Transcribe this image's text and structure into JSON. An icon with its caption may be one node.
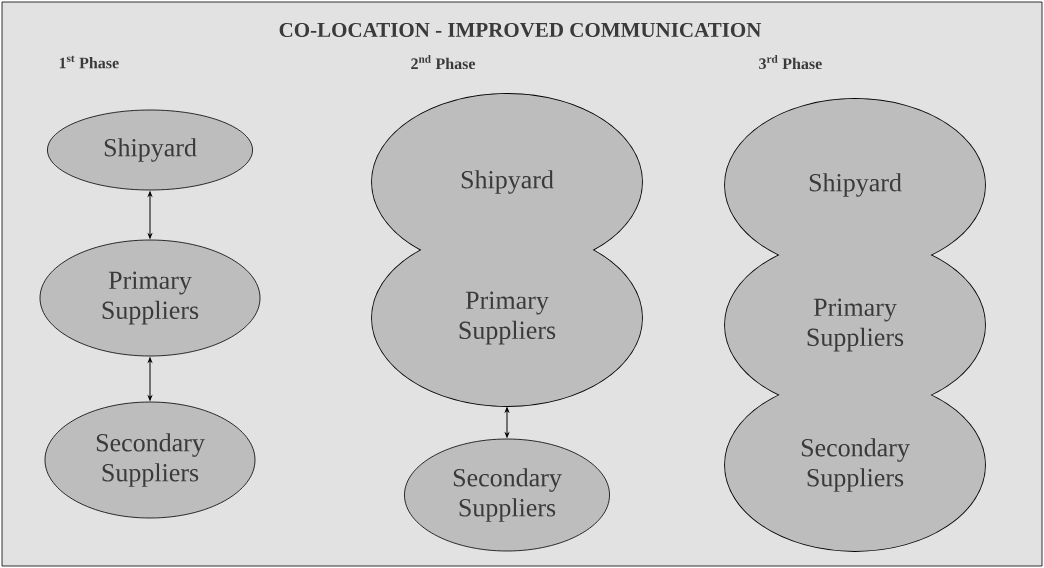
{
  "diagram": {
    "title": "CO-LOCATION - IMPROVED COMMUNICATION",
    "nodes": [
      {
        "text": [
          "Shipyard"
        ]
      },
      {
        "text": [
          "Primary Suppliers"
        ]
      },
      {
        "text": [
          "Secondary Suppliers"
        ]
      },
      {
        "text": [
          "Shipyard"
        ]
      },
      {
        "text": [
          "Primary Suppliers"
        ]
      },
      {
        "text": [
          "Secondary Suppliers"
        ]
      },
      {
        "text": [
          "Shipyard"
        ]
      },
      {
        "text": [
          "Primary Suppliers"
        ]
      },
      {
        "text": [
          "Secondary Suppliers"
        ]
      }
    ],
    "edges": [
      {
        "from": 0,
        "to": 1,
        "arrow": "both"
      },
      {
        "from": 1,
        "to": 2,
        "arrow": "both"
      },
      {
        "from": 4,
        "to": 5,
        "arrow": "both"
      }
    ],
    "labels": [
      "1$^{st}$ Phase",
      "2$^{nd}$ Phase",
      "3$^{rd}$ Phase"
    ]
  }
}
